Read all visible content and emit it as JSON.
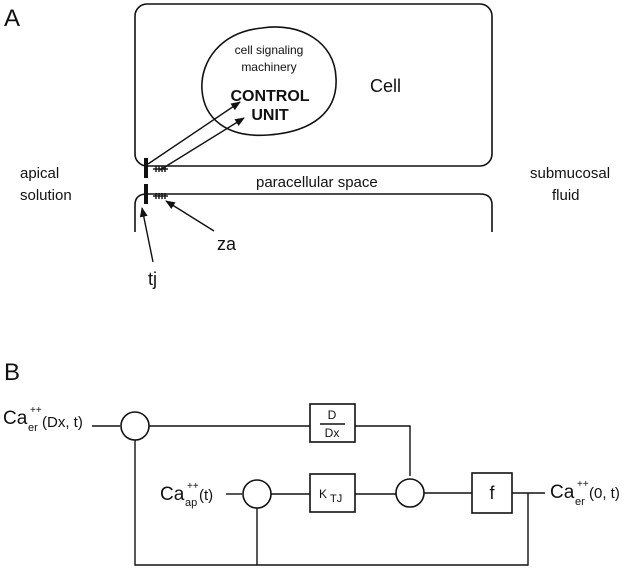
{
  "panel_a": {
    "label": "A",
    "cell_label": "Cell",
    "control_unit": {
      "line1": "cell signaling",
      "line2": "machinery",
      "line3": "CONTROL",
      "line4": "UNIT"
    },
    "apical": [
      "apical",
      "solution"
    ],
    "paracellular": "paracellular space",
    "submucosal": [
      "submucosal",
      "fluid"
    ],
    "za": "za",
    "tj": "tj"
  },
  "panel_b": {
    "label": "B",
    "ca_er_in": {
      "base": "Ca",
      "sup": "++",
      "sub": "er",
      "args": "(Dx, t)"
    },
    "ca_ap": {
      "base": "Ca",
      "sup": "++",
      "sub": "ap",
      "args": "(t)"
    },
    "ca_er_out": {
      "base": "Ca",
      "sup": "++",
      "sub": "er",
      "args": "(0, t)"
    },
    "deriv_num": "D",
    "deriv_den": "Dx",
    "ktj_base": "K",
    "ktj_sub": "TJ",
    "f_label": "f"
  }
}
